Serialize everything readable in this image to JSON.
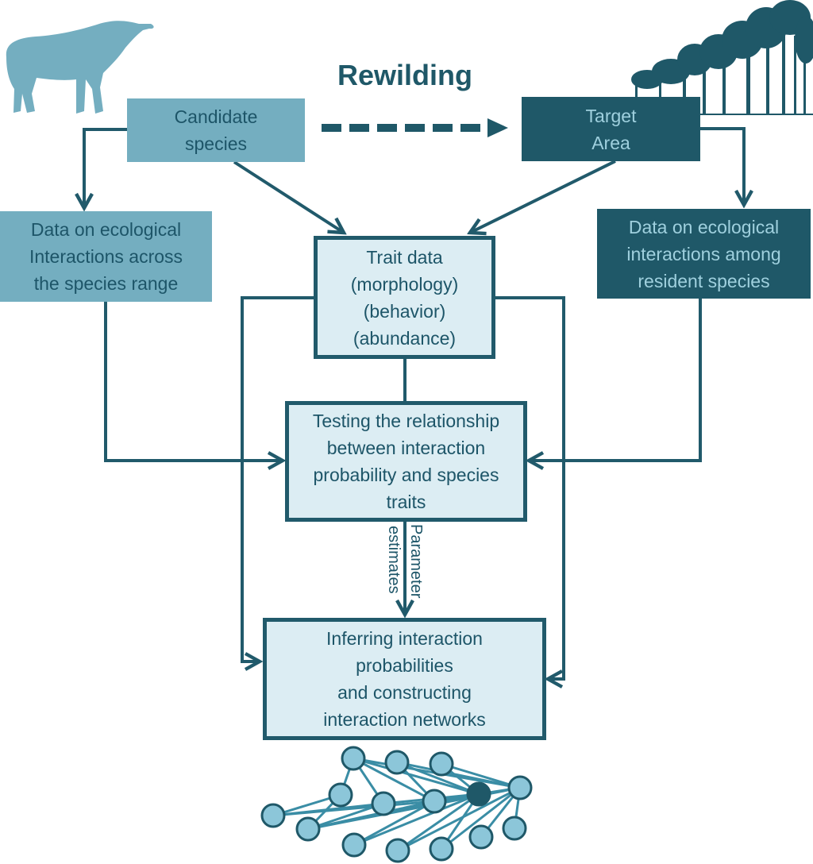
{
  "title": "Rewilding",
  "colors": {
    "light_box": "#74aec0",
    "dark_box": "#1f5868",
    "outlined_fill": "#dcedf3",
    "line": "#215a6b",
    "node_fill": "#8cc6d9",
    "node_dark": "#1f5868"
  },
  "icons": {
    "left": "tapir-silhouette-icon",
    "right": "forest-silhouette-icon",
    "bottom": "interaction-network-icon"
  },
  "boxes": {
    "candidate_species": "Candidate\nspecies",
    "target_area": "Target\nArea",
    "data_range": "Data on ecological\nInteractions across\nthe species range",
    "data_resident": "Data on ecological\ninteractions among\nresident species",
    "trait_data": "Trait data\n(morphology)\n(behavior)\n(abundance)",
    "testing": "Testing the relationship\nbetween interaction\nprobability and species\ntraits",
    "inferring": "Inferring interaction\nprobabilities\nand constructing\ninteraction networks"
  },
  "edge_labels": {
    "left": "estimates",
    "right": "Parameter"
  }
}
